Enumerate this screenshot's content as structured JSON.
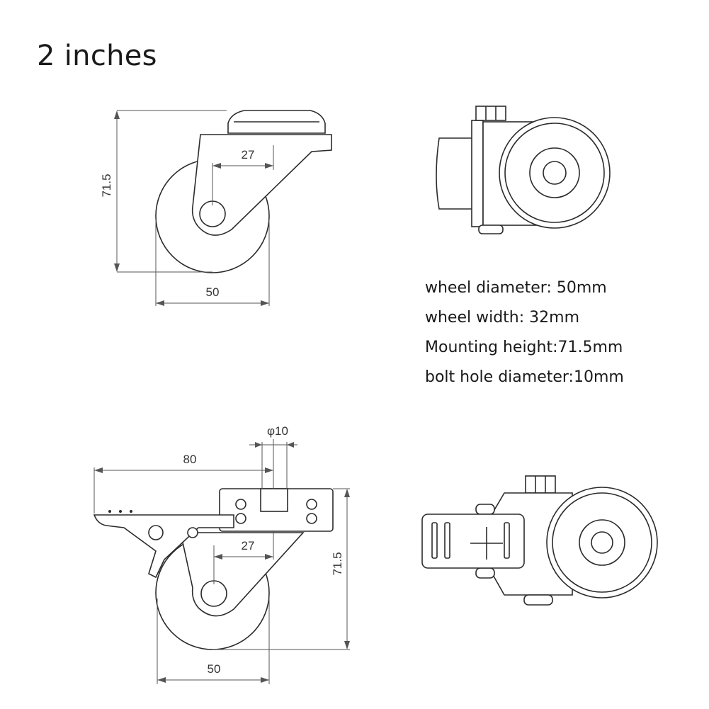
{
  "title": "2 inches",
  "specs": [
    "wheel diameter:  50mm",
    "wheel width: 32mm",
    "Mounting height:71.5mm",
    "bolt hole diameter:10mm"
  ],
  "drawing1": {
    "height": "71.5",
    "offset": "27",
    "diameter": "50"
  },
  "drawing3": {
    "length": "80",
    "hole": "φ10",
    "offset": "27",
    "height": "71.5",
    "diameter": "50"
  },
  "colors": {
    "line": "#2b2b2b",
    "dimension": "#555555",
    "text": "#1a1a1a"
  }
}
